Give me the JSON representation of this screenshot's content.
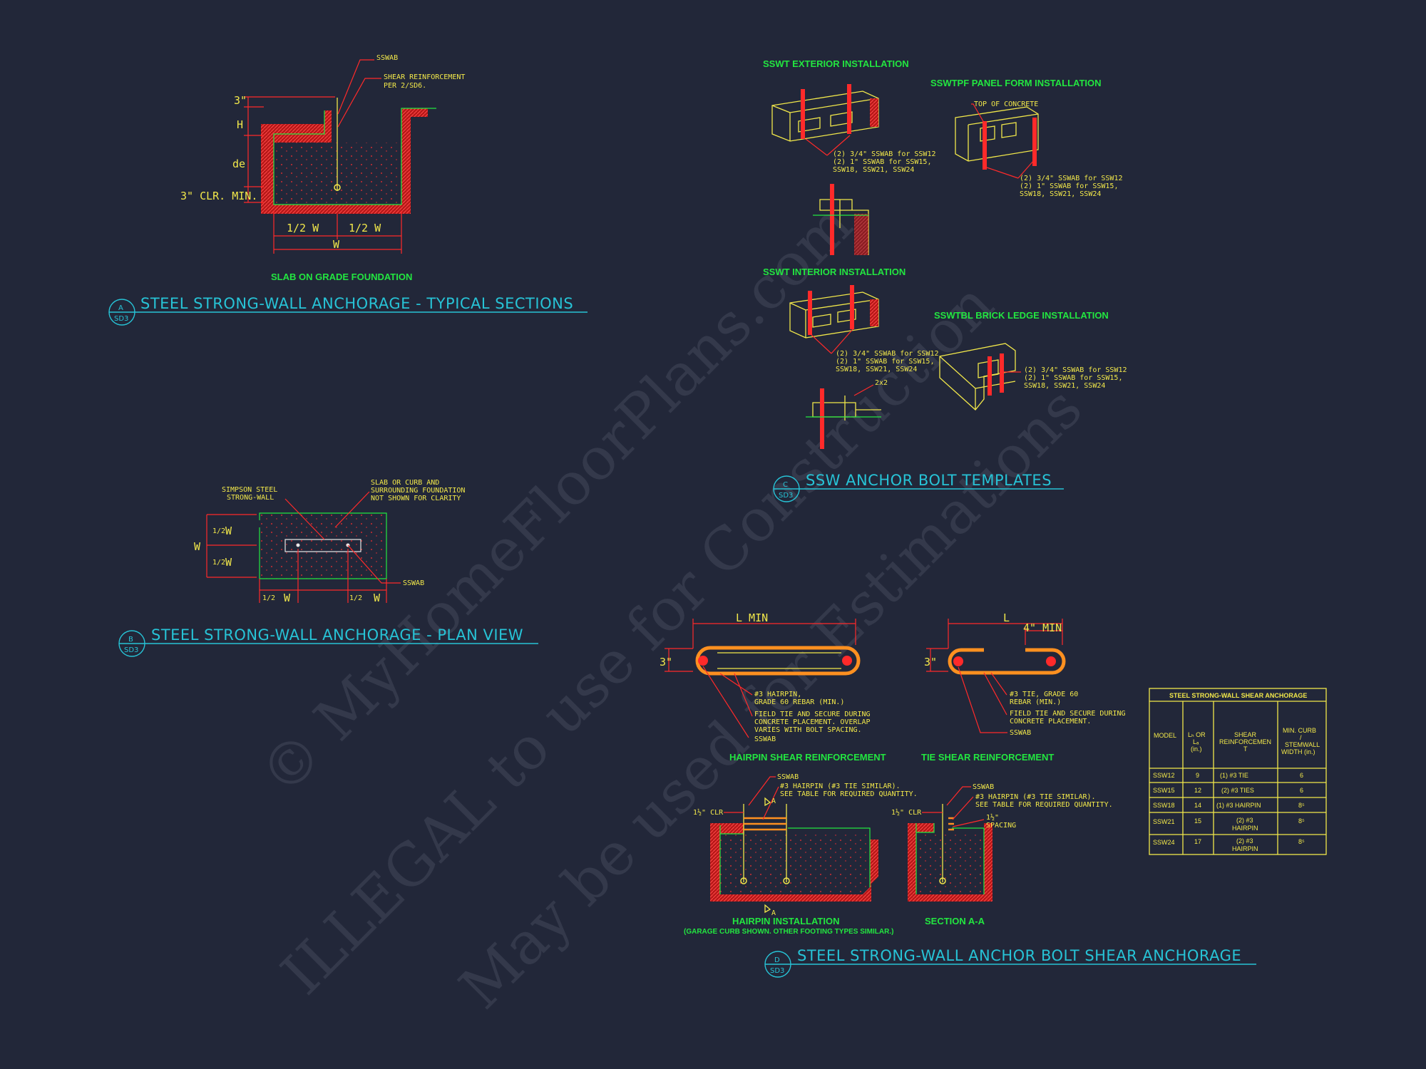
{
  "watermark": {
    "line1": "© MyHomeFloorPlans.com",
    "line2": "ILLEGAL to use for Construction",
    "line3": "May be used for Estimations"
  },
  "colors": {
    "background": "#222739",
    "yellow": "#f2e84a",
    "red": "#ff2a2a",
    "green": "#22e640",
    "cyan": "#27c3d6"
  },
  "detail_a": {
    "title": "STEEL STRONG-WALL ANCHORAGE - TYPICAL SECTIONS",
    "tag_letter": "A",
    "tag_sheet": "SD3",
    "subtitle": "SLAB ON GRADE FOUNDATION",
    "label_sswab": "SSWAB",
    "label_shear1": "SHEAR REINFORCEMENT",
    "label_shear2": "PER 2/SD6.",
    "dim_3": "3\"",
    "dim_h": "H",
    "dim_de": "de",
    "dim_clr": "3\" CLR. MIN.",
    "dim_half_left": "1/2 W",
    "dim_half_right": "1/2 W",
    "dim_w": "W"
  },
  "detail_b": {
    "title": "STEEL STRONG-WALL ANCHORAGE - PLAN VIEW",
    "tag_letter": "B",
    "tag_sheet": "SD3",
    "label_simpson1": "SIMPSON STEEL",
    "label_simpson2": "STRONG-WALL",
    "label_slab1": "SLAB OR CURB AND",
    "label_slab2": "SURROUNDING FOUNDATION",
    "label_slab3": "NOT SHOWN FOR CLARITY",
    "label_sswab": "SSWAB",
    "dim_w": "W",
    "dim_half_w": "W",
    "frac": "1/2"
  },
  "detail_c": {
    "title": "SSW ANCHOR BOLT TEMPLATES",
    "tag_letter": "C",
    "tag_sheet": "SD3",
    "ext_title": "SSWT EXTERIOR INSTALLATION",
    "panel_title": "SSWTPF PANEL FORM INSTALLATION",
    "int_title": "SSWT INTERIOR INSTALLATION",
    "brick_title": "SSWTBL BRICK LEDGE INSTALLATION",
    "top_concrete": "TOP OF CONCRETE",
    "bolt_note1": "(2) 3/4\" SSWAB for SSW12",
    "bolt_note2": "(2) 1\" SSWAB for SSW15,",
    "bolt_note3": "SSW18, SSW21, SSW24",
    "label_2x2": "2x2"
  },
  "detail_d": {
    "title": "STEEL STRONG-WALL ANCHOR BOLT SHEAR ANCHORAGE",
    "tag_letter": "D",
    "tag_sheet": "SD3",
    "hairpin_title": "HAIRPIN SHEAR REINFORCEMENT",
    "tie_title": "TIE SHEAR REINFORCEMENT",
    "hairpin_install": "HAIRPIN INSTALLATION",
    "hairpin_install_note": "(GARAGE CURB SHOWN. OTHER FOOTING TYPES SIMILAR.)",
    "section_aa": "SECTION A-A",
    "dim_l_min": "L    MIN",
    "dim_l": "L",
    "dim_4min": "4\" MIN",
    "dim_3": "3\"",
    "hp_note1": "#3 HAIRPIN,",
    "hp_note2": "GRADE 60 REBAR (MIN.)",
    "hp_note3": "FIELD TIE AND SECURE DURING",
    "hp_note4": "CONCRETE PLACEMENT. OVERLAP",
    "hp_note5": "VARIES WITH BOLT SPACING.",
    "hp_note6": "SSWAB",
    "tie_note1": "#3 TIE, GRADE 60",
    "tie_note2": "REBAR (MIN.)",
    "tie_note3": "FIELD TIE AND SECURE DURING",
    "tie_note4": "CONCRETE PLACEMENT.",
    "tie_note5": "SSWAB",
    "inst_note1": "SSWAB",
    "inst_note2": "#3 HAIRPIN (#3 TIE SIMILAR).",
    "inst_note3": "SEE TABLE FOR REQUIRED QUANTITY.",
    "clr": "1½\" CLR",
    "spacing1": "1½\"",
    "spacing2": "SPACING",
    "sec_a": "A"
  },
  "table": {
    "title": "STEEL STRONG-WALL SHEAR ANCHORAGE",
    "headers": {
      "model": "MODEL",
      "l": [
        "Lₕ OR",
        "Lₐ",
        "(in.)"
      ],
      "shear": [
        "SHEAR",
        "REINFORCEMEN",
        "T"
      ],
      "curb": [
        "MIN. CURB",
        "/",
        "STEMWALL",
        "WIDTH (in.)"
      ]
    },
    "rows": [
      {
        "model": "SSW12",
        "l": "9",
        "shear": [
          "(1) #3 TIE"
        ],
        "width": "6"
      },
      {
        "model": "SSW15",
        "l": "12",
        "shear": [
          "(2) #3 TIES"
        ],
        "width": "6"
      },
      {
        "model": "SSW18",
        "l": "14",
        "shear": [
          "(1) #3 HAIRPIN"
        ],
        "width": "8⁵"
      },
      {
        "model": "SSW21",
        "l": "15",
        "shear": [
          "(2) #3",
          "HAIRPIN"
        ],
        "width": "8⁵"
      },
      {
        "model": "SSW24",
        "l": "17",
        "shear": [
          "(2) #3",
          "HAIRPIN"
        ],
        "width": "8⁵"
      }
    ]
  }
}
